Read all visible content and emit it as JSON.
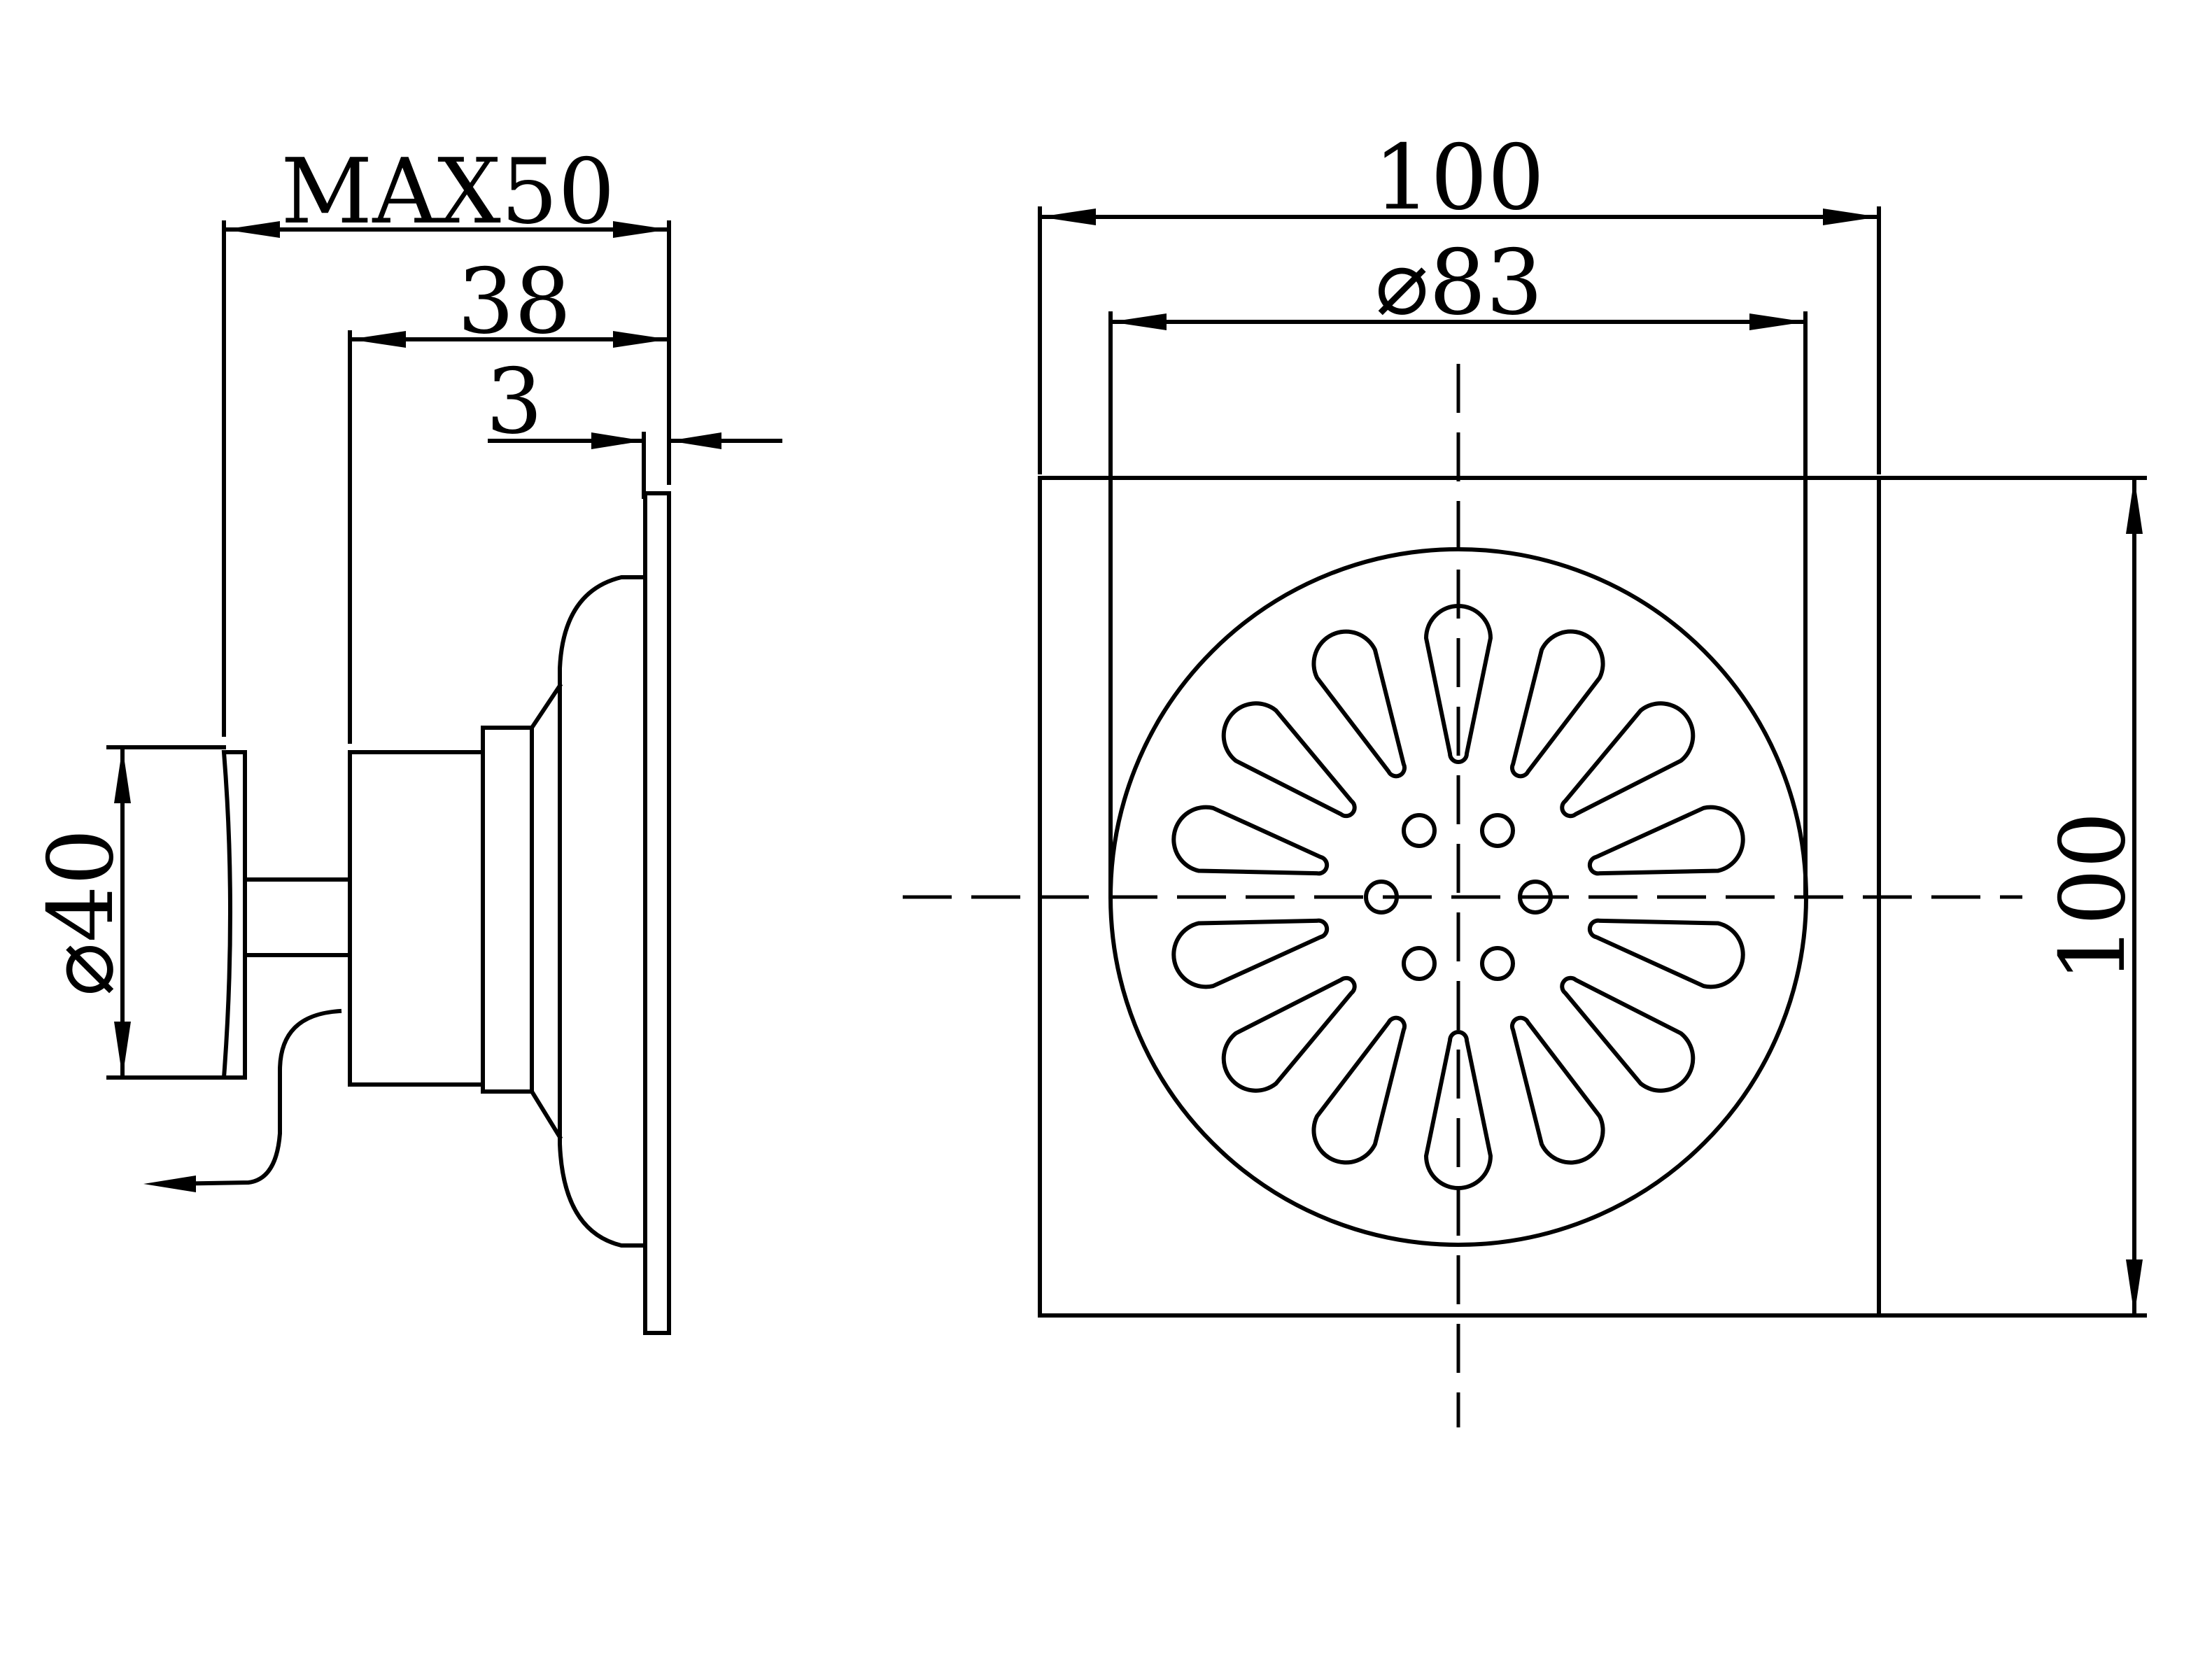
{
  "side_view": {
    "dim_overall": "MAX50",
    "dim_body": "38",
    "dim_flange": "3",
    "dim_outlet": "⌀40"
  },
  "top_view": {
    "dim_width": "100",
    "dim_grate": "⌀83",
    "dim_height": "100"
  }
}
